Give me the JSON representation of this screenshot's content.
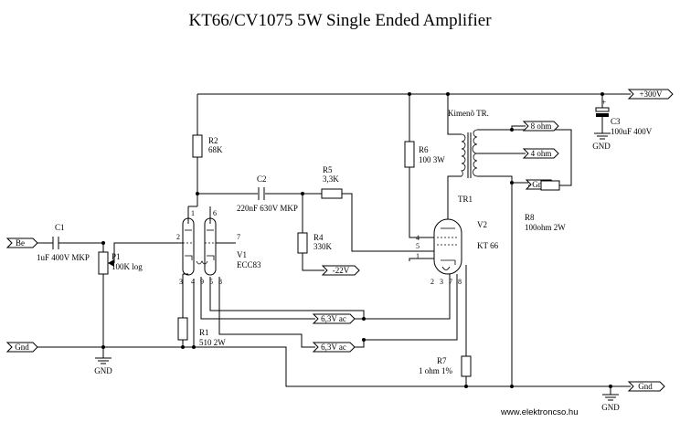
{
  "title": "KT66/CV1075  5W Single Ended Amplifier",
  "website": "www.elektroncso.hu",
  "ports": {
    "input": "Be",
    "gnd_left": "Gnd",
    "b_plus": "+300V",
    "gnd_right": "Gnd",
    "bias": "-22V",
    "heater_a": "6,3V ac",
    "heater_b": "6,3V ac",
    "out_8": "8 ohm",
    "out_4": "4 ohm",
    "out_gnd": "Gnd"
  },
  "components": {
    "c1": {
      "ref": "C1",
      "value": "1uF 400V MKP"
    },
    "p1": {
      "ref": "P1",
      "value": "100K log"
    },
    "r1": {
      "ref": "R1",
      "value": "510  2W"
    },
    "r2": {
      "ref": "R2",
      "value": "68K"
    },
    "c2": {
      "ref": "C2",
      "value": "220nF 630V MKP"
    },
    "r5": {
      "ref": "R5",
      "value": "3,3K"
    },
    "r4": {
      "ref": "R4",
      "value": "330K"
    },
    "r6": {
      "ref": "R6",
      "value": "100  3W"
    },
    "r7": {
      "ref": "R7",
      "value": "1 ohm 1%"
    },
    "r8": {
      "ref": "R8",
      "value": "100ohm 2W"
    },
    "c3": {
      "ref": "C3",
      "value": "100uF 400V",
      "polarity": "+"
    },
    "v1": {
      "ref": "V1",
      "type": "ECC83"
    },
    "v2": {
      "ref": "V2",
      "type": "KT 66"
    },
    "tr1": {
      "ref": "TR1",
      "name": "Kimenõ TR."
    }
  },
  "gnd_symbols": [
    "GND",
    "GND",
    "GND"
  ],
  "pins": {
    "v1_top": [
      "1",
      "6"
    ],
    "v1_side": [
      "2",
      "7"
    ],
    "v1_bottom": [
      "3",
      "4",
      "9",
      "5",
      "8"
    ],
    "v2_side": [
      "4",
      "5",
      "1"
    ],
    "v2_bottom": [
      "2",
      "3",
      "7",
      "8"
    ]
  }
}
